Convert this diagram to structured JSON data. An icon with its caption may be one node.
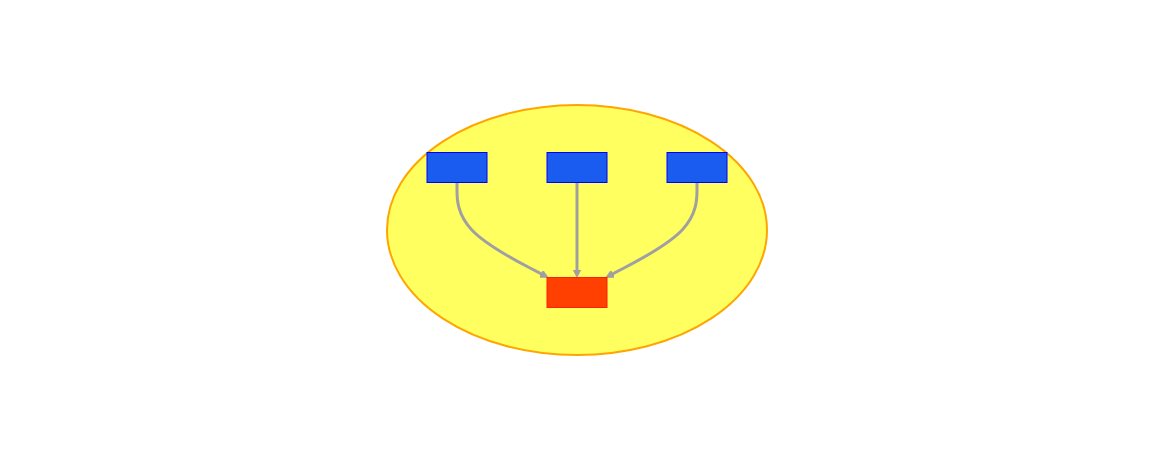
{
  "diagram": {
    "nodes": [
      {
        "text": [],
        "shape": "ellipse"
      },
      {
        "text": [],
        "shape": "box",
        "in": 0
      },
      {
        "text": [],
        "shape": "box",
        "in": 0
      },
      {
        "text": [],
        "shape": "box",
        "in": 0
      },
      {
        "text": [],
        "shape": "box",
        "in": 0
      }
    ],
    "edges": [
      {
        "from": 1,
        "to": 4,
        "arrow": "to"
      },
      {
        "from": 2,
        "to": 4,
        "arrow": "to"
      },
      {
        "from": 3,
        "to": 4,
        "arrow": "to"
      }
    ]
  }
}
